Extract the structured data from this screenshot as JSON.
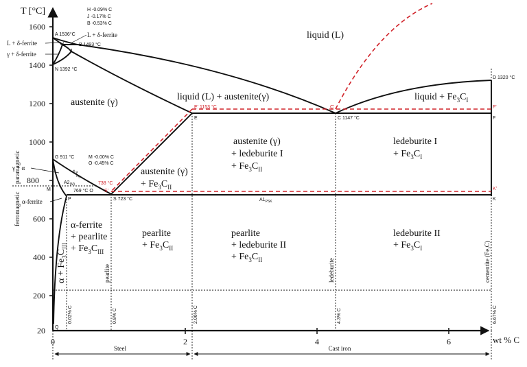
{
  "axes": {
    "y_title": "T [°C]",
    "x_title": "wt % C",
    "y_ticks": [
      "1600",
      "1400",
      "1200",
      "1000",
      "800",
      "600",
      "400",
      "200",
      "20"
    ],
    "x_ticks": [
      "0",
      "2",
      "4",
      "6"
    ]
  },
  "points": {
    "A": "A 1536°C",
    "H": "H",
    "J": "J",
    "B": "B 1493 °C",
    "N": "N 1392 °C",
    "G": "G 911 °C",
    "E": "E",
    "C": "C 1147 °C",
    "F": "F",
    "D": "D 1320 °C",
    "Ered": "E' 1153 °C",
    "Cred": "C'",
    "Fred": "F'",
    "Kred": "K'",
    "Sred": "S'",
    "red738": "738 °C",
    "P": "P",
    "S": "S 723 °C",
    "K": "K",
    "O": "O",
    "O769": "769 °C  O",
    "M": "M",
    "Q": "Q"
  },
  "compositions": {
    "H": "H -0.09% C",
    "J": "J -0.17% C",
    "B": "B -0.53% C",
    "M": "M -0.00% C",
    "O": "O -0.45% C"
  },
  "regions": {
    "liquid": "liquid (L)",
    "l_delta": "L + δ-ferrite",
    "l_delta_right": "L + δ-ferrite",
    "g_delta": "γ + δ-ferrite",
    "austenite": "austenite (γ)",
    "liq_aus": "liquid (L) + austenite(γ)",
    "liq_fe3c_main": "liquid + Fe",
    "liq_fe3c_sub": "3",
    "liq_fe3c_c": "C",
    "liq_fe3c_sub2": "I",
    "aus_fe3c_1": "austenite (γ)",
    "aus_fe3c_2": "+ Fe",
    "aus_fe3c_sub": "3",
    "aus_fe3c_c": "C",
    "aus_fe3c_sub2": "II",
    "aus_led_1": "austenite (γ)",
    "aus_led_2": "+ ledeburite I",
    "aus_led_3": "+ Fe",
    "aus_led_sub": "3",
    "aus_led_c": "C",
    "aus_led_sub2": "II",
    "led1_1": "ledeburite I",
    "led1_2": "+ Fe",
    "led1_sub": "3",
    "led1_c": "C",
    "led1_sub2": "I",
    "g_alpha": "γ + α",
    "alpha_ferrite": "α-ferrite",
    "af_p_1": "α-ferrite",
    "af_p_2": "+ pearlite",
    "af_p_3": "+ Fe",
    "af_p_sub": "3",
    "af_p_c": "C",
    "af_p_sub2": "III",
    "pearlite_1": "pearlite",
    "pearlite_2": "+ Fe",
    "pearlite_sub": "3",
    "pearlite_c": "C",
    "pearlite_sub2": "II",
    "pl_1": "pearlite",
    "pl_2": "+ ledeburite II",
    "pl_3": "+ Fe",
    "pl_sub": "3",
    "pl_c": "C",
    "pl_sub2": "II",
    "led2_1": "ledeburite II",
    "led2_2": "+ Fe",
    "led2_sub": "3",
    "led2_c": "C",
    "led2_sub2": "I",
    "alpha_fe3c_vert": "α + Fe",
    "alpha_fe3c_sub": "3",
    "alpha_fe3c_c": "C",
    "alpha_fe3c_sub2": "III"
  },
  "lines": {
    "A3": "A3",
    "A3_sub": "(α)",
    "A2": "A2",
    "A2_sub": "(M)",
    "A1": "A1",
    "A1_sub": "PSK",
    "paramagnetic": "paramagnetic",
    "ferromagnetic": "ferromagnetic"
  },
  "verticals": {
    "pearlite": "pearlite",
    "ledeburite": "ledeburite",
    "cementite": "cementite (Fe",
    "cementite_sub": "3",
    "cementite_c": "C)",
    "c002": "0.02% C",
    "c08": "0.8% C",
    "c206": "2.06% C",
    "c43": "4.3% C",
    "c667": "6.67% C"
  },
  "bottom": {
    "steel": "Steel",
    "cast_iron": "Cast iron"
  },
  "colors": {
    "line": "#111111",
    "red_dashed": "#d1232a"
  }
}
